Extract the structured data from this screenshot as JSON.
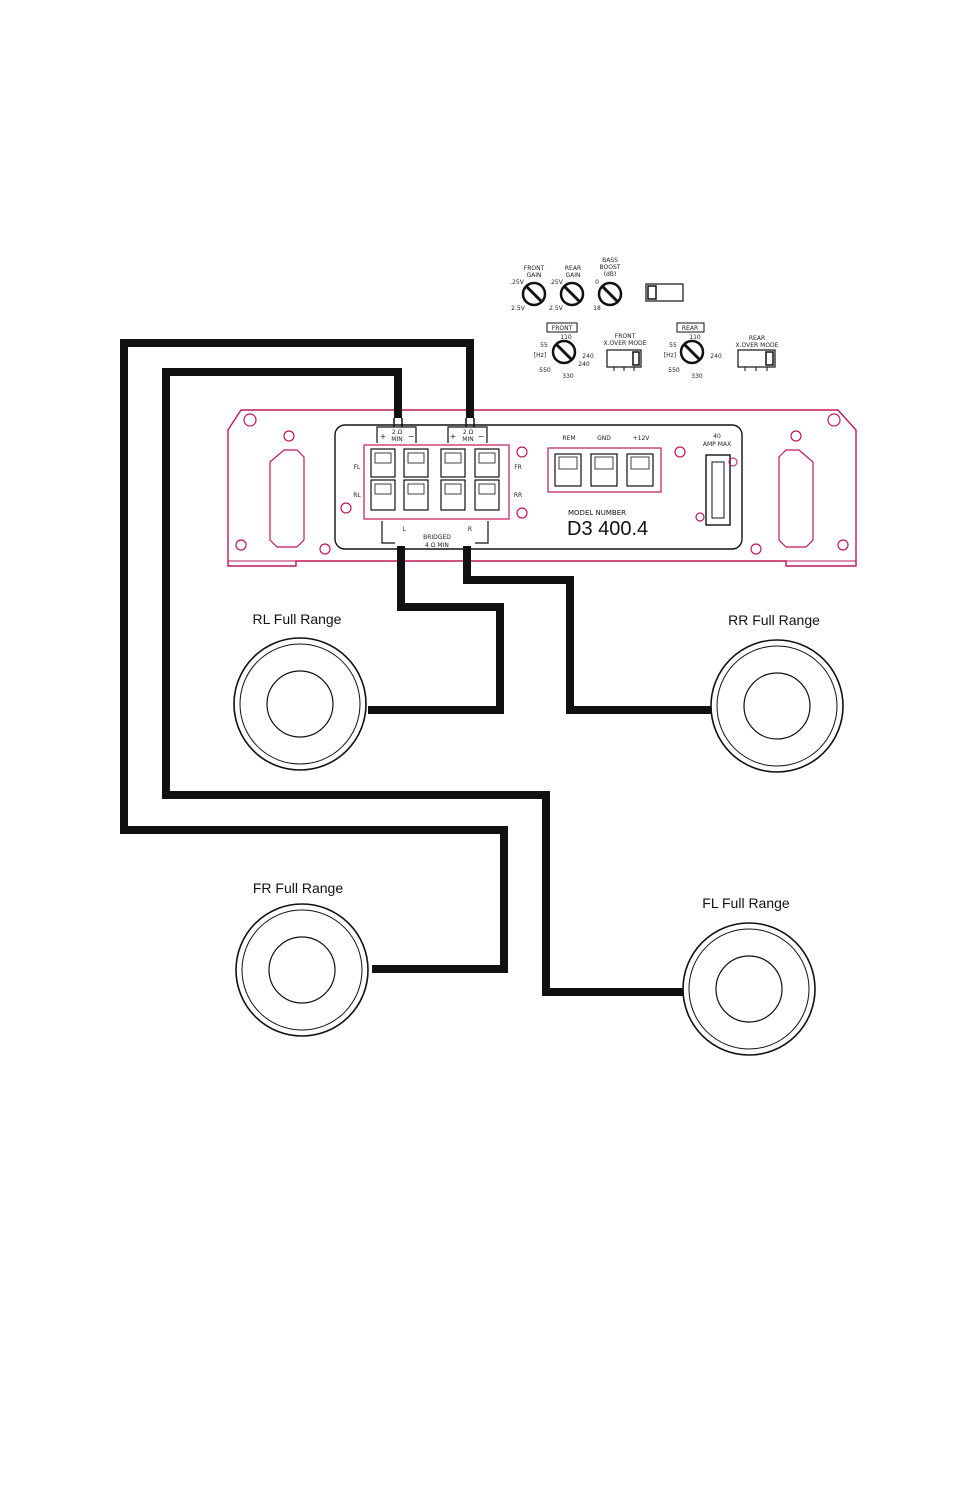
{
  "controls": {
    "front_gain": "FRONT\nGAIN",
    "front_gain_l1": "FRONT",
    "front_gain_l2": "GAIN",
    "rear_gain_l1": "REAR",
    "rear_gain_l2": "GAIN",
    "bass_boost_l1": "BASS",
    "bass_boost_l2": "BOOST",
    "bass_boost_l3": "(dB)",
    "gain_min": ".25V",
    "gain_max": "2.5V",
    "boost_min": "0",
    "boost_max": "18",
    "front_box": "FRONT",
    "rear_box": "REAR",
    "xover_110": "110",
    "xover_55": "55",
    "xover_hz": "[Hz]",
    "xover_240": "240",
    "xover_550": "550",
    "xover_330": "330",
    "front_xover_l1": "FRONT",
    "front_xover_l2": "X.OVER MODE",
    "rear_xover_l1": "REAR",
    "rear_xover_l2": "X.OVER MODE"
  },
  "amplifier": {
    "min_2ohm_l1": "2 Ω",
    "min_2ohm_l2": "MIN",
    "fl": "FL",
    "rl": "RL",
    "fr": "FR",
    "rr": "RR",
    "bridged_l1": "BRIDGED",
    "bridged_l2": "4 Ω MIN",
    "l": "L",
    "r": "R",
    "plus": "+",
    "minus": "−",
    "rem": "REM",
    "gnd": "GND",
    "v12": "+12V",
    "amp_l1": "40",
    "amp_l2": "AMP MAX",
    "model_number_label": "MODEL NUMBER",
    "model": "D3 400.4"
  },
  "speakers": {
    "rl": "RL Full Range",
    "rr": "RR Full Range",
    "fr": "FR Full Range",
    "fl": "FL Full Range"
  },
  "colors": {
    "amp_outline": "#c2185b",
    "wire": "#111111",
    "line": "#222222"
  }
}
